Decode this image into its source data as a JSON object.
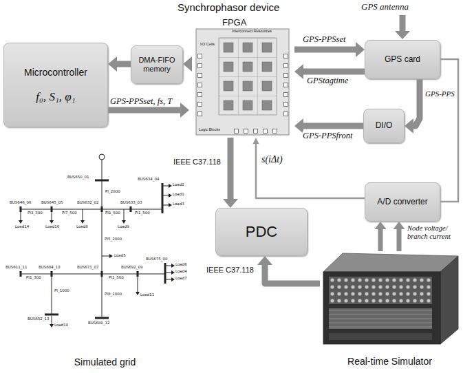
{
  "diagram": {
    "nodes": [
      {
        "text": [
          "Microcontroller",
          "f₀, S₁, φ₁"
        ]
      },
      {
        "text": [
          "DMA-FIFO memory"
        ]
      },
      {
        "text": [
          "FPGA",
          "Interconnect Resources",
          "I/O Cells",
          "Logic Blocks"
        ]
      },
      {
        "text": [
          "GPS card"
        ]
      },
      {
        "text": [
          "DI/O"
        ]
      },
      {
        "text": [
          "A/D converter"
        ]
      },
      {
        "text": [
          "PDC"
        ]
      },
      {
        "text": [
          "Simulated grid"
        ]
      },
      {
        "text": [
          "Real-time Simulator"
        ]
      }
    ],
    "edges": [
      {
        "from": 1,
        "to": 0,
        "arrow": "to"
      },
      {
        "from": 2,
        "to": 1,
        "arrow": "to"
      },
      {
        "from": 0,
        "to": 2,
        "arrow": "to",
        "label": "GPS-PPSset, fs, T"
      },
      {
        "from": 2,
        "to": 3,
        "arrow": "to",
        "label": "GPS-PPSset"
      },
      {
        "from": 3,
        "to": 2,
        "arrow": "to",
        "label": "GPStagtime"
      },
      {
        "from": 3,
        "to": 4,
        "arrow": "to",
        "label": "GPS-PPS"
      },
      {
        "from": 4,
        "to": 2,
        "arrow": "to",
        "label": "GPS-PPSfront"
      },
      {
        "from": 3,
        "to": 5,
        "arrow": "none"
      },
      {
        "from": 5,
        "to": 2,
        "arrow": "to",
        "label": "s(iΔt)"
      },
      {
        "from": 2,
        "to": 6,
        "arrow": "to",
        "label": "IEEE C37.118"
      },
      {
        "from": 8,
        "to": 5,
        "arrow": "to",
        "label": "Node voltage/ branch current"
      },
      {
        "from": 8,
        "to": 6,
        "arrow": "to",
        "label": "IEEE C37.118"
      }
    ],
    "labels": [
      "Synchrophasor device",
      "GPS antenna",
      "BUS650_01",
      "PI_2000",
      "BUS634_04",
      "Load2",
      "Load1",
      "Load3",
      "BUS646_06",
      "BUS645_05",
      "BUS632_02",
      "BUS633_03",
      "PI3_300",
      "PI7_500",
      "PI1_500",
      "PI1_500",
      "Load14",
      "Load16",
      "Load8",
      "Load9",
      "PI5_2000",
      "Load5",
      "BUS675_00",
      "Load6",
      "Load4",
      "Load7",
      "BUS611_11",
      "BUS684_10",
      "BUS671_07",
      "BUS692_09",
      "PI1_300",
      "PI1_500",
      "PI_1000",
      "PI8_1000",
      "Load11",
      "BUS652_13",
      "Load10",
      "BUS680_12"
    ]
  }
}
